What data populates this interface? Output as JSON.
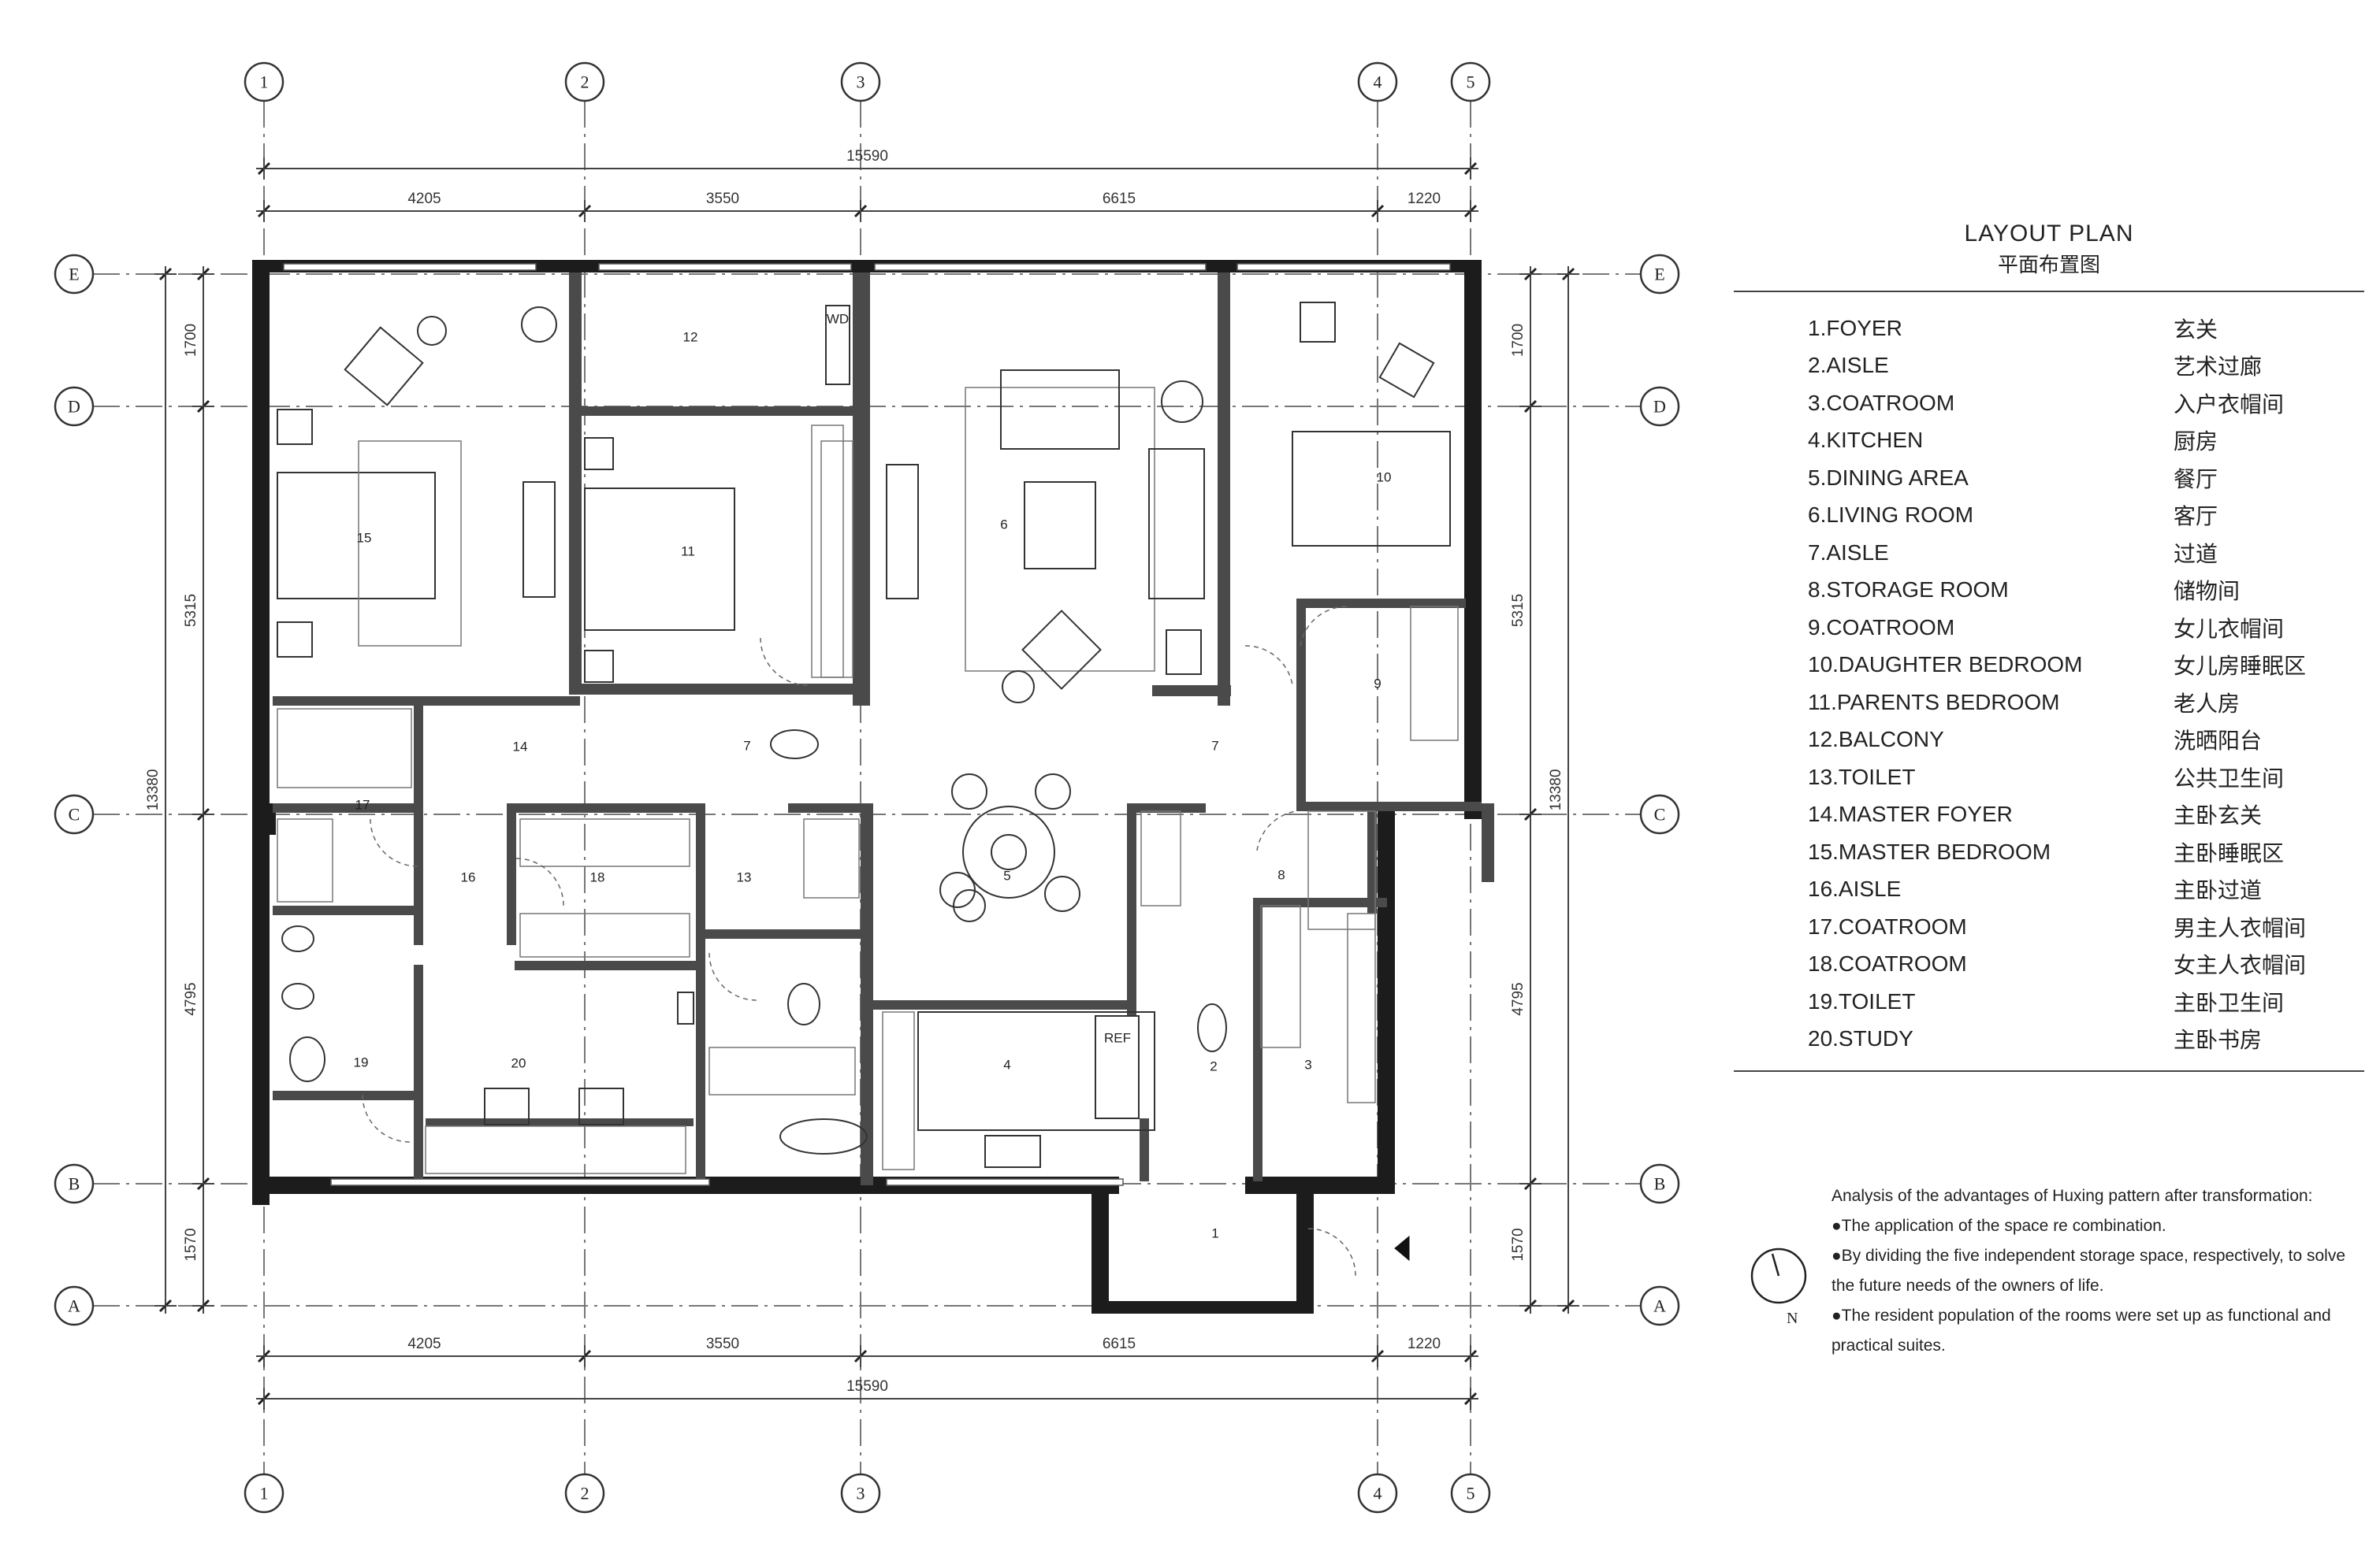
{
  "axes": {
    "columns": [
      "1",
      "2",
      "3",
      "4",
      "5"
    ],
    "rows": [
      "E",
      "D",
      "C",
      "B",
      "A"
    ]
  },
  "dimensions": {
    "horizontal_total": "15590",
    "horizontal_segments": [
      "4205",
      "3550",
      "6615",
      "1220"
    ],
    "vertical_total": "13380",
    "vertical_segments": [
      "1700",
      "5315",
      "4795",
      "1570"
    ]
  },
  "room_numbers": [
    "1",
    "2",
    "3",
    "4",
    "5",
    "6",
    "7",
    "7",
    "8",
    "9",
    "10",
    "11",
    "12",
    "13",
    "14",
    "15",
    "16",
    "17",
    "18",
    "19",
    "20"
  ],
  "fixture_labels": {
    "wd": "WD",
    "ref": "REF"
  },
  "legend": {
    "title_en": "LAYOUT PLAN",
    "title_zh": "平面布置图",
    "items": [
      {
        "en": "1.FOYER",
        "zh": "玄关"
      },
      {
        "en": "2.AISLE",
        "zh": "艺术过廊"
      },
      {
        "en": "3.COATROOM",
        "zh": "入户衣帽间"
      },
      {
        "en": "4.KITCHEN",
        "zh": "厨房"
      },
      {
        "en": "5.DINING AREA",
        "zh": "餐厅"
      },
      {
        "en": "6.LIVING ROOM",
        "zh": "客厅"
      },
      {
        "en": "7.AISLE",
        "zh": "过道"
      },
      {
        "en": "8.STORAGE ROOM",
        "zh": "储物间"
      },
      {
        "en": "9.COATROOM",
        "zh": "女儿衣帽间"
      },
      {
        "en": "10.DAUGHTER BEDROOM",
        "zh": "女儿房睡眠区"
      },
      {
        "en": "11.PARENTS BEDROOM",
        "zh": "老人房"
      },
      {
        "en": "12.BALCONY",
        "zh": "洗晒阳台"
      },
      {
        "en": "13.TOILET",
        "zh": "公共卫生间"
      },
      {
        "en": "14.MASTER FOYER",
        "zh": "主卧玄关"
      },
      {
        "en": "15.MASTER BEDROOM",
        "zh": "主卧睡眠区"
      },
      {
        "en": "16.AISLE",
        "zh": "主卧过道"
      },
      {
        "en": "17.COATROOM",
        "zh": "男主人衣帽间"
      },
      {
        "en": "18.COATROOM",
        "zh": "女主人衣帽间"
      },
      {
        "en": "19.TOILET",
        "zh": "主卧卫生间"
      },
      {
        "en": "20.STUDY",
        "zh": "主卧书房"
      }
    ]
  },
  "notes": [
    "Analysis of the advantages of Huxing pattern after transformation:",
    "●The application of the space re combination.",
    "●By dividing the five independent storage space, respectively, to solve",
    "the future needs of the owners of life.",
    "●The resident population of the rooms were set up as functional and",
    "practical suites."
  ],
  "compass_label": "N"
}
